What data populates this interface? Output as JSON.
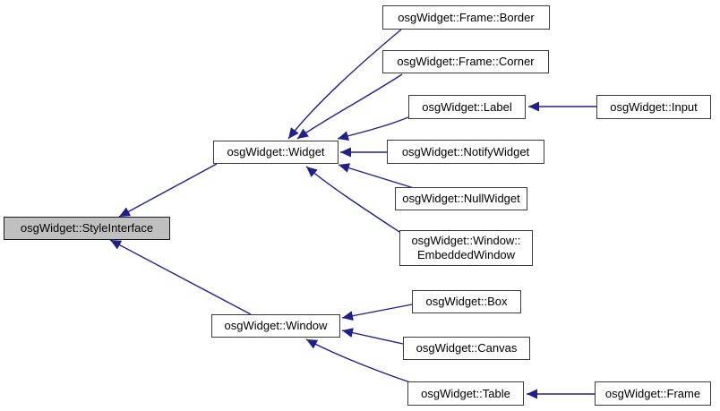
{
  "diagram": {
    "type": "class-inheritance-graph",
    "selected_class": "osgWidget::StyleInterface",
    "colors": {
      "background": "#ffffff",
      "edge": "#20208c",
      "node_bg": "#ffffff",
      "node_border": "#3a3a3a",
      "node_text": "#000000",
      "selected_bg": "#c0c0c0",
      "selected_border": "#1a1a1a"
    },
    "nodes": {
      "style_interface": {
        "label": "osgWidget::StyleInterface",
        "selected": true
      },
      "widget": {
        "label": "osgWidget::Widget"
      },
      "window": {
        "label": "osgWidget::Window"
      },
      "frame_border": {
        "label": "osgWidget::Frame::Border"
      },
      "frame_corner": {
        "label": "osgWidget::Frame::Corner"
      },
      "label": {
        "label": "osgWidget::Label"
      },
      "input": {
        "label": "osgWidget::Input"
      },
      "notify_widget": {
        "label": "osgWidget::NotifyWidget"
      },
      "null_widget": {
        "label": "osgWidget::NullWidget"
      },
      "embedded_window": {
        "lines": [
          "osgWidget::Window::",
          "EmbeddedWindow"
        ]
      },
      "box": {
        "label": "osgWidget::Box"
      },
      "canvas": {
        "label": "osgWidget::Canvas"
      },
      "table": {
        "label": "osgWidget::Table"
      },
      "frame": {
        "label": "osgWidget::Frame"
      }
    },
    "edges": [
      {
        "from": "osgWidget::Widget",
        "to": "osgWidget::StyleInterface"
      },
      {
        "from": "osgWidget::Window",
        "to": "osgWidget::StyleInterface"
      },
      {
        "from": "osgWidget::Frame::Border",
        "to": "osgWidget::Widget"
      },
      {
        "from": "osgWidget::Frame::Corner",
        "to": "osgWidget::Widget"
      },
      {
        "from": "osgWidget::Label",
        "to": "osgWidget::Widget"
      },
      {
        "from": "osgWidget::NotifyWidget",
        "to": "osgWidget::Widget"
      },
      {
        "from": "osgWidget::NullWidget",
        "to": "osgWidget::Widget"
      },
      {
        "from": "osgWidget::Window::EmbeddedWindow",
        "to": "osgWidget::Widget"
      },
      {
        "from": "osgWidget::Box",
        "to": "osgWidget::Window"
      },
      {
        "from": "osgWidget::Canvas",
        "to": "osgWidget::Window"
      },
      {
        "from": "osgWidget::Table",
        "to": "osgWidget::Window"
      },
      {
        "from": "osgWidget::Input",
        "to": "osgWidget::Label"
      },
      {
        "from": "osgWidget::Frame",
        "to": "osgWidget::Table"
      }
    ]
  }
}
